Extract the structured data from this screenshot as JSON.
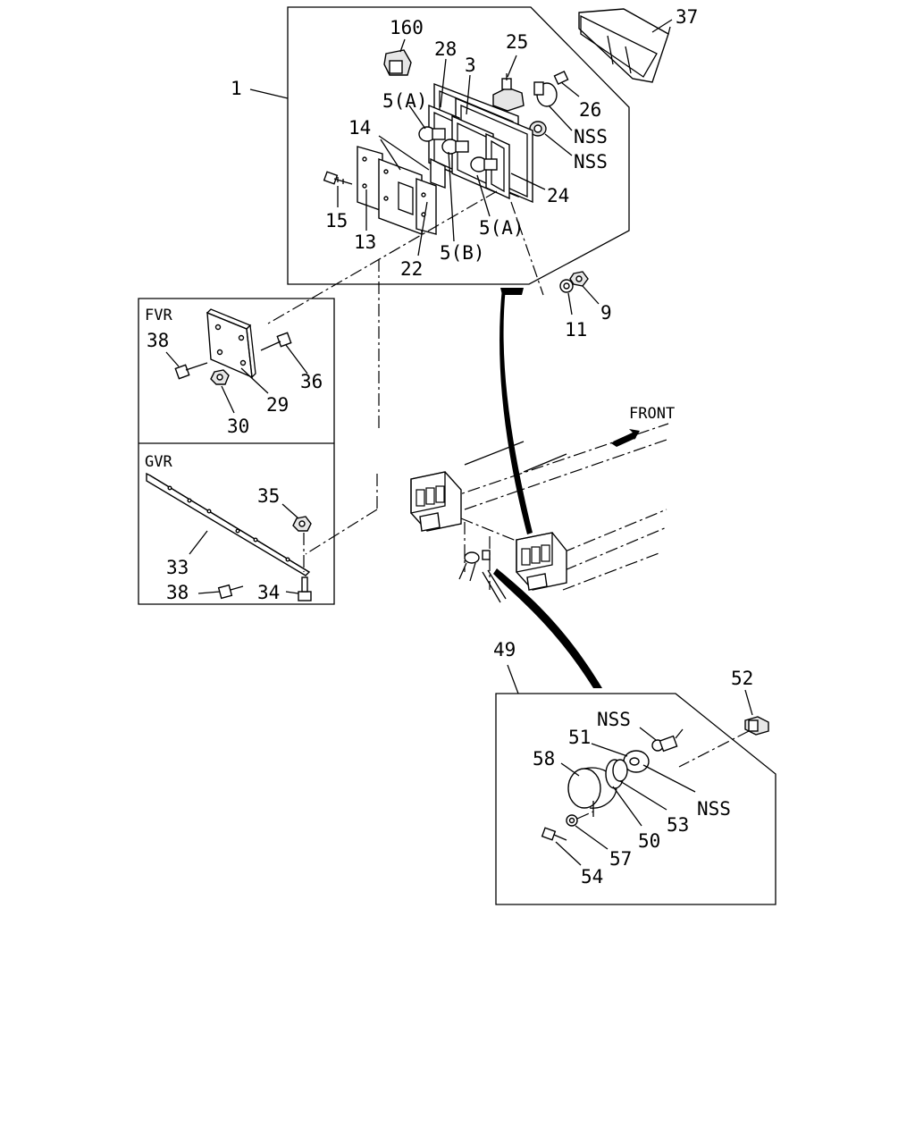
{
  "labels": {
    "p160": "160",
    "p28": "28",
    "p25": "25",
    "p37": "37",
    "p1": "1",
    "p3": "3",
    "p5a1": "5(A)",
    "p26": "26",
    "nss1": "NSS",
    "nss2": "NSS",
    "p14": "14",
    "p24": "24",
    "p15": "15",
    "p13": "13",
    "p5a2": "5(A)",
    "p5b": "5(B)",
    "p22": "22",
    "p11": "11",
    "p9": "9",
    "fvr": "FVR",
    "p38a": "38",
    "p36": "36",
    "p29": "29",
    "p30": "30",
    "front": "FRONT",
    "gvr": "GVR",
    "p35": "35",
    "p33": "33",
    "p38b": "38",
    "p34": "34",
    "p49": "49",
    "p52": "52",
    "nss3": "NSS",
    "p51": "51",
    "p58": "58",
    "nss4": "NSS",
    "p53": "53",
    "p50": "50",
    "p57": "57",
    "p54": "54"
  },
  "icons": [
    "front-arrow-icon"
  ]
}
